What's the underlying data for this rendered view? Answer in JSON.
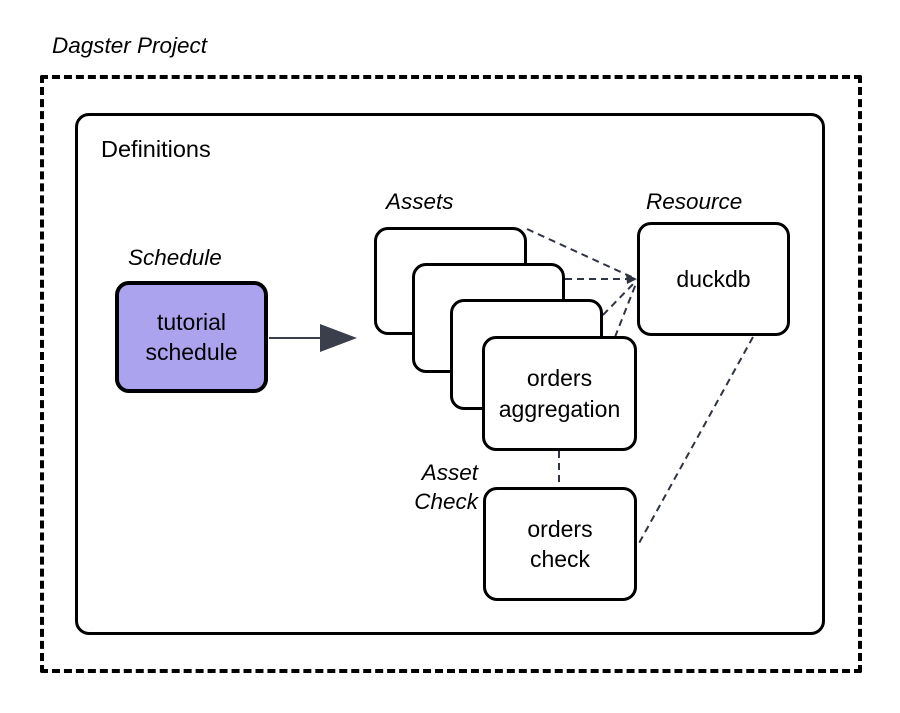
{
  "diagram": {
    "title": "Dagster Project",
    "container_label": "Definitions",
    "groups": {
      "schedule_label": "Schedule",
      "assets_label": "Assets",
      "resource_label": "Resource",
      "asset_check_label": "Asset\nCheck"
    },
    "nodes": {
      "schedule": {
        "line1": "tutorial",
        "line2": "schedule",
        "fill": "#aba3ee"
      },
      "asset_stack_card1": {
        "line1": "",
        "line2": ""
      },
      "asset_stack_card2": {
        "line1": "",
        "line2": ""
      },
      "asset_stack_card3": {
        "line1": "",
        "line2": ""
      },
      "asset_front": {
        "line1": "orders",
        "line2": "aggregation"
      },
      "resource": {
        "line1": "duckdb",
        "line2": ""
      },
      "asset_check": {
        "line1": "orders",
        "line2": "check"
      }
    },
    "edges": [
      {
        "from": "schedule",
        "to": "assets",
        "style": "solid-arrow"
      },
      {
        "from": "asset_stack_card1",
        "to": "resource",
        "style": "dashed"
      },
      {
        "from": "asset_stack_card2",
        "to": "resource",
        "style": "dashed"
      },
      {
        "from": "asset_stack_card3",
        "to": "resource",
        "style": "dashed"
      },
      {
        "from": "asset_front",
        "to": "resource",
        "style": "dashed"
      },
      {
        "from": "asset_front",
        "to": "asset_check",
        "style": "dashed"
      },
      {
        "from": "resource",
        "to": "asset_check",
        "style": "dashed"
      }
    ],
    "colors": {
      "stroke": "#000000",
      "arrow": "#3a3f4b",
      "dashed_edge": "#2e3440",
      "schedule_fill": "#aba3ee",
      "background": "#ffffff"
    }
  }
}
